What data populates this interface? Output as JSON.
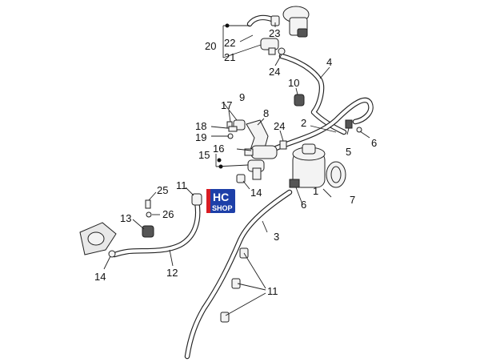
{
  "labels": [
    "1",
    "2",
    "3",
    "4",
    "5",
    "6",
    "7",
    "8",
    "9",
    "10",
    "11",
    "12",
    "13",
    "14",
    "15",
    "16",
    "17",
    "18",
    "19",
    "20",
    "21",
    "22",
    "23",
    "24",
    "25",
    "26"
  ],
  "callouts": {
    "l1": "1",
    "l2": "2",
    "l3": "3",
    "l4": "4",
    "l5": "5",
    "l6a": "6",
    "l6b": "6",
    "l7": "7",
    "l8": "8",
    "l9": "9",
    "l10": "10",
    "l11a": "11",
    "l11b": "11",
    "l12": "12",
    "l13": "13",
    "l14a": "14",
    "l14b": "14",
    "l15": "15",
    "l16": "16",
    "l17": "17",
    "l18": "18",
    "l19": "19",
    "l20": "20",
    "l21": "21",
    "l22": "22",
    "l23": "23",
    "l24a": "24",
    "l24b": "24",
    "l25": "25",
    "l26": "26"
  },
  "watermark": {
    "top": "HC",
    "bottom": "SHOP"
  },
  "colors": {
    "watermark_blue": "#1d3fa8",
    "watermark_red": "#d81c24",
    "line": "#222222"
  }
}
